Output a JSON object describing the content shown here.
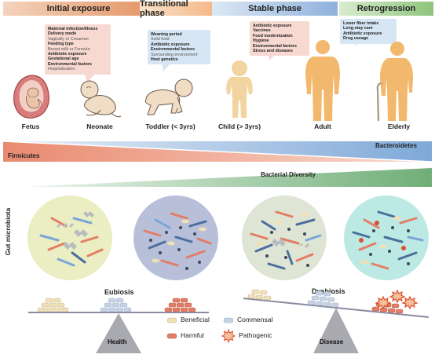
{
  "phases": [
    {
      "label": "Initial exposure",
      "color_from": "#e39565",
      "color_to": "#f4d3bd"
    },
    {
      "label": "Transitional phase",
      "color_from": "#f6c89a",
      "color_to": "#fbe3cb"
    },
    {
      "label": "Stable phase",
      "color_from": "#cfdff0",
      "color_to": "#8fb1dc"
    },
    {
      "label": "Retrogression",
      "color_from": "#cfe5c4",
      "color_to": "#8fc47c"
    }
  ],
  "callouts": {
    "initial": {
      "lines": [
        {
          "text": "Maternal infection/illness",
          "bold": true
        },
        {
          "text": "Delivery mode",
          "bold": true
        },
        {
          "text": "Vaginally or Cesarean",
          "bold": false
        },
        {
          "text": "Feeding type",
          "bold": true
        },
        {
          "text": "Breast milk or Formula",
          "bold": false
        },
        {
          "text": "Antibiotic exposure",
          "bold": true
        },
        {
          "text": "Gestational age",
          "bold": true
        },
        {
          "text": "Environmental factors",
          "bold": true
        },
        {
          "text": "Hospitalization",
          "bold": false
        }
      ],
      "color": "#f8d9d2"
    },
    "transitional": {
      "lines": [
        {
          "text": "Weaning period",
          "bold": true
        },
        {
          "text": "Solid food",
          "bold": false
        },
        {
          "text": "Antibiotic exposure",
          "bold": true
        },
        {
          "text": "Environmental factors",
          "bold": true
        },
        {
          "text": "Surrounding environment",
          "bold": false
        },
        {
          "text": "Host genetics",
          "bold": true
        }
      ],
      "color": "#d6e6f4"
    },
    "stable": {
      "lines": [
        {
          "text": "Antibiotic exposure",
          "bold": true
        },
        {
          "text": "Vaccines",
          "bold": true
        },
        {
          "text": "Food modernization",
          "bold": true
        },
        {
          "text": "Hygiene",
          "bold": true
        },
        {
          "text": "Environmental factors",
          "bold": true
        },
        {
          "text": "Stress and diseases",
          "bold": true
        }
      ],
      "color": "#f8d9d2"
    },
    "retro": {
      "lines": [
        {
          "text": "Lower fiber intake",
          "bold": true
        },
        {
          "text": "Long-stay care",
          "bold": true
        },
        {
          "text": "Antibiotic exposure",
          "bold": true
        },
        {
          "text": "Drug useage",
          "bold": true
        }
      ],
      "color": "#d6e6f4"
    }
  },
  "stages": {
    "fetus": "Fetus",
    "neonate": "Neonate",
    "toddler": "Toddler (< 3yrs)",
    "child": "Child (> 3yrs)",
    "adult": "Adult",
    "elderly": "Elderly"
  },
  "wedges": {
    "firmicutes": "Firmicutes",
    "bacteroidetes": "Bacteroidetes",
    "diversity": "Bacterial Diversity"
  },
  "gut_label": "Gut microbiota",
  "balance": {
    "eubiosis": "Eubiosis",
    "dysbiosis": "Dysbiosis",
    "health": "Health",
    "disease": "Disease"
  },
  "legend": {
    "beneficial": "Beneficial",
    "commensal": "Commensal",
    "harmful": "Harmful",
    "pathogenic": "Pathogenic"
  },
  "colors": {
    "firmicutes": "#e98a70",
    "bacteroidetes": "#7ea8d8",
    "diversity": "#6fae77",
    "beneficial": "#f0e0b8",
    "commensal": "#c6d3e4",
    "harmful": "#e37d65",
    "pathogenic": "#d9512f"
  }
}
